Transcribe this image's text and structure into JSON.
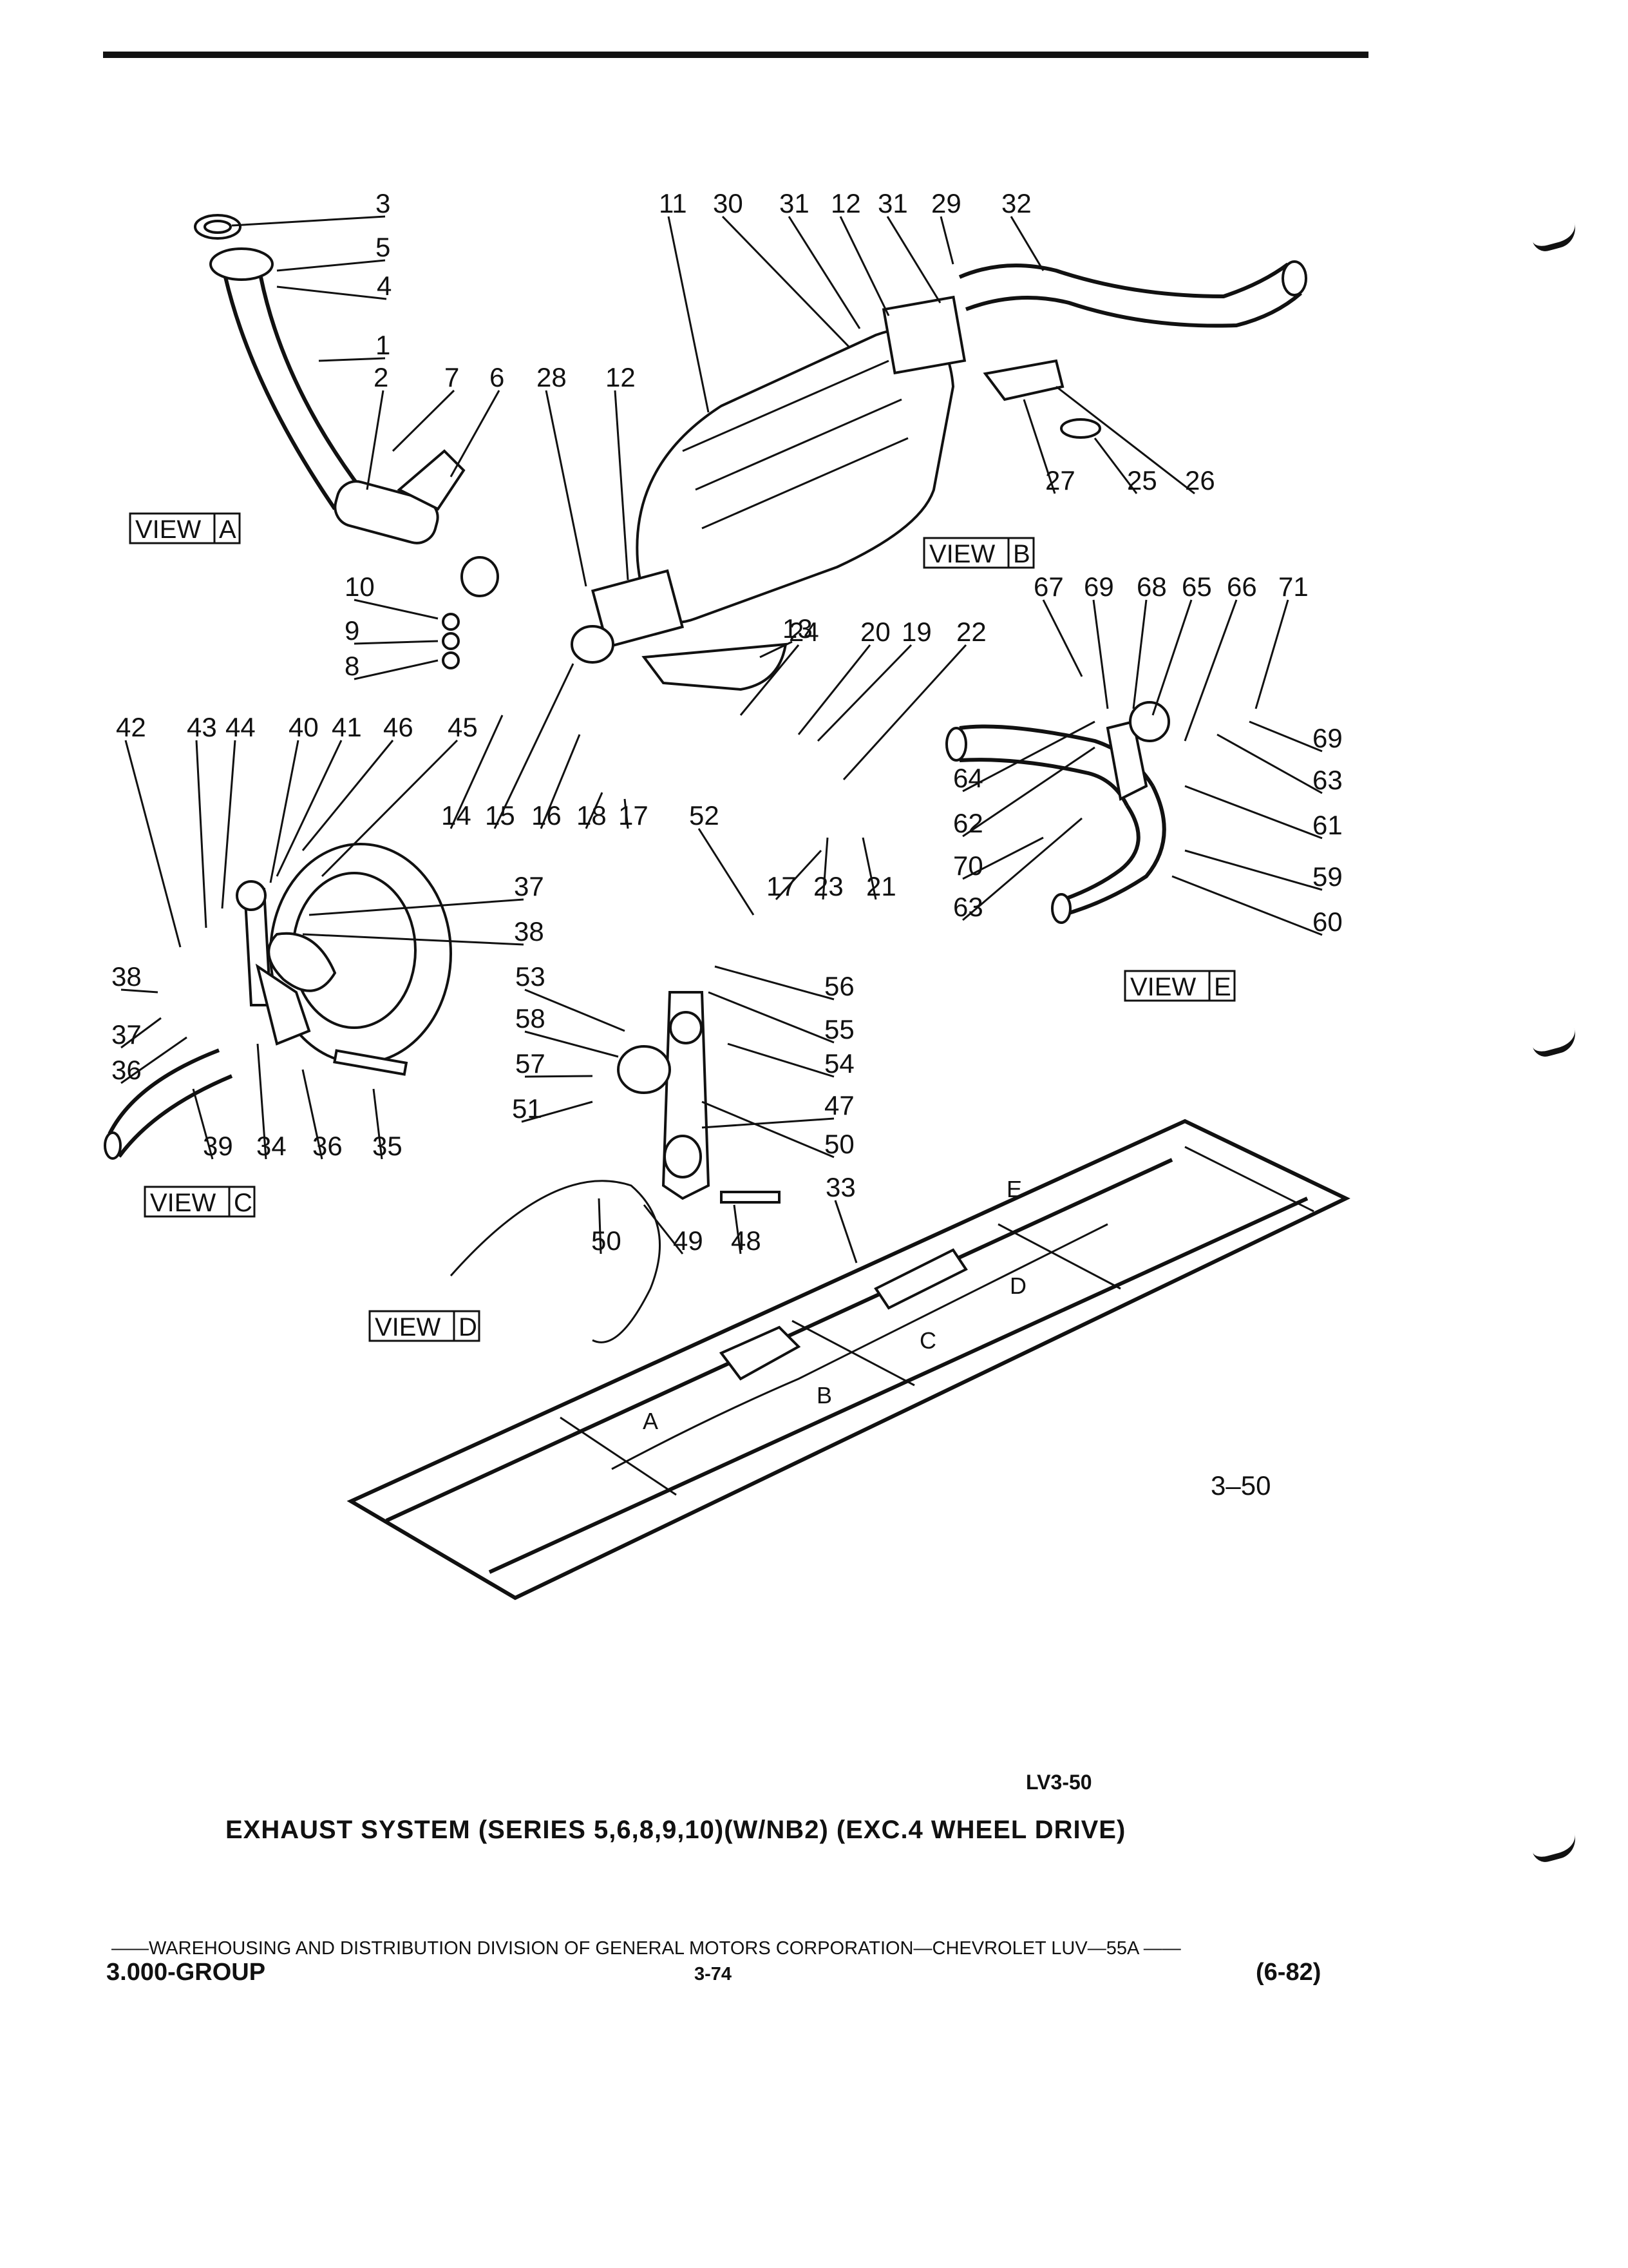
{
  "view_labels": [
    "VIEW",
    "A",
    "VIEW",
    "B",
    "VIEW",
    "C",
    "VIEW",
    "D",
    "VIEW",
    "E"
  ],
  "callout_numbers": [
    "1",
    "2",
    "3",
    "4",
    "5",
    "6",
    "7",
    "8",
    "9",
    "10",
    "11",
    "12",
    "12",
    "13",
    "14",
    "15",
    "16",
    "17",
    "17",
    "18",
    "19",
    "20",
    "21",
    "22",
    "23",
    "24",
    "25",
    "26",
    "27",
    "28",
    "29",
    "30",
    "31",
    "31",
    "32",
    "33",
    "34",
    "35",
    "36",
    "36",
    "37",
    "37",
    "38",
    "38",
    "39",
    "40",
    "41",
    "42",
    "43",
    "44",
    "45",
    "46",
    "47",
    "48",
    "49",
    "50",
    "50",
    "51",
    "52",
    "53",
    "54",
    "55",
    "56",
    "57",
    "58",
    "59",
    "60",
    "61",
    "62",
    "63",
    "63",
    "64",
    "65",
    "66",
    "67",
    "68",
    "69",
    "69",
    "70",
    "71"
  ],
  "frame_arrow_letters": [
    "A",
    "B",
    "C",
    "D",
    "E"
  ],
  "figure_number": "3–50",
  "figure_ref": "LV3-50",
  "title": "EXHAUST SYSTEM (SERIES 5,6,8,9,10)(W/NB2) (EXC.4 WHEEL DRIVE)",
  "footer": {
    "line": "——WAREHOUSING AND DISTRIBUTION  DIVISION OF GENERAL MOTORS CORPORATION—CHEVROLET LUV—55A  ——",
    "group": "3.000-GROUP",
    "page": "3-74",
    "date": "(6-82)"
  }
}
